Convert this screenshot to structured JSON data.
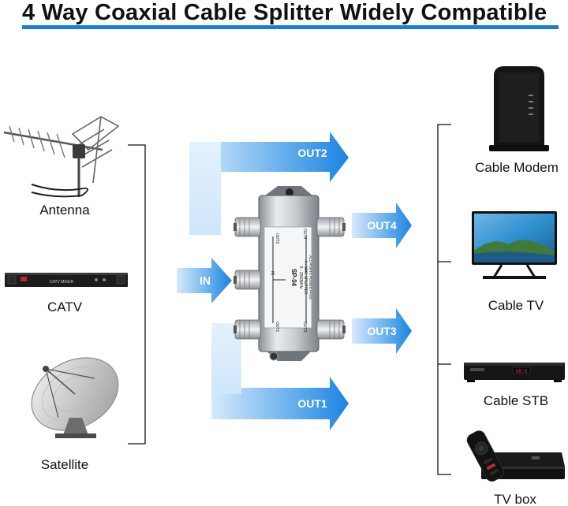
{
  "title": "4 Way Coaxial Cable Splitter Widely Compatible",
  "sources": [
    {
      "label": "Antenna",
      "icon": "antenna-icon"
    },
    {
      "label": "CATV",
      "icon": "catv-rack-icon"
    },
    {
      "label": "Satellite",
      "icon": "satellite-dish-icon"
    }
  ],
  "devices": [
    {
      "label": "Cable Modem",
      "icon": "cable-modem-icon"
    },
    {
      "label": "Cable TV",
      "icon": "tv-icon"
    },
    {
      "label": "Cable STB",
      "icon": "set-top-box-icon"
    },
    {
      "label": "TV box",
      "icon": "tv-box-icon"
    }
  ],
  "arrows": {
    "in": "IN",
    "out1": "OUT1",
    "out2": "OUT2",
    "out3": "OUT3",
    "out4": "OUT4"
  },
  "splitter": {
    "model": "SP-04",
    "spec_line1": "5 - 2500MHz",
    "spec_line2": "4 - WAY SPLITTER",
    "spec_line3": "ALL PORTS POWER PASS",
    "port_out1": "OUT1",
    "port_out2": "OUT2",
    "port_out3": "OUT3",
    "port_out4": "OUT4",
    "port_in": "IN",
    "catv_panel_text": "CATV MIXER"
  },
  "colors": {
    "accent": "#1d7bd8",
    "arrow_light": "#cfe6fb",
    "arrow_dark": "#1a84e0"
  }
}
